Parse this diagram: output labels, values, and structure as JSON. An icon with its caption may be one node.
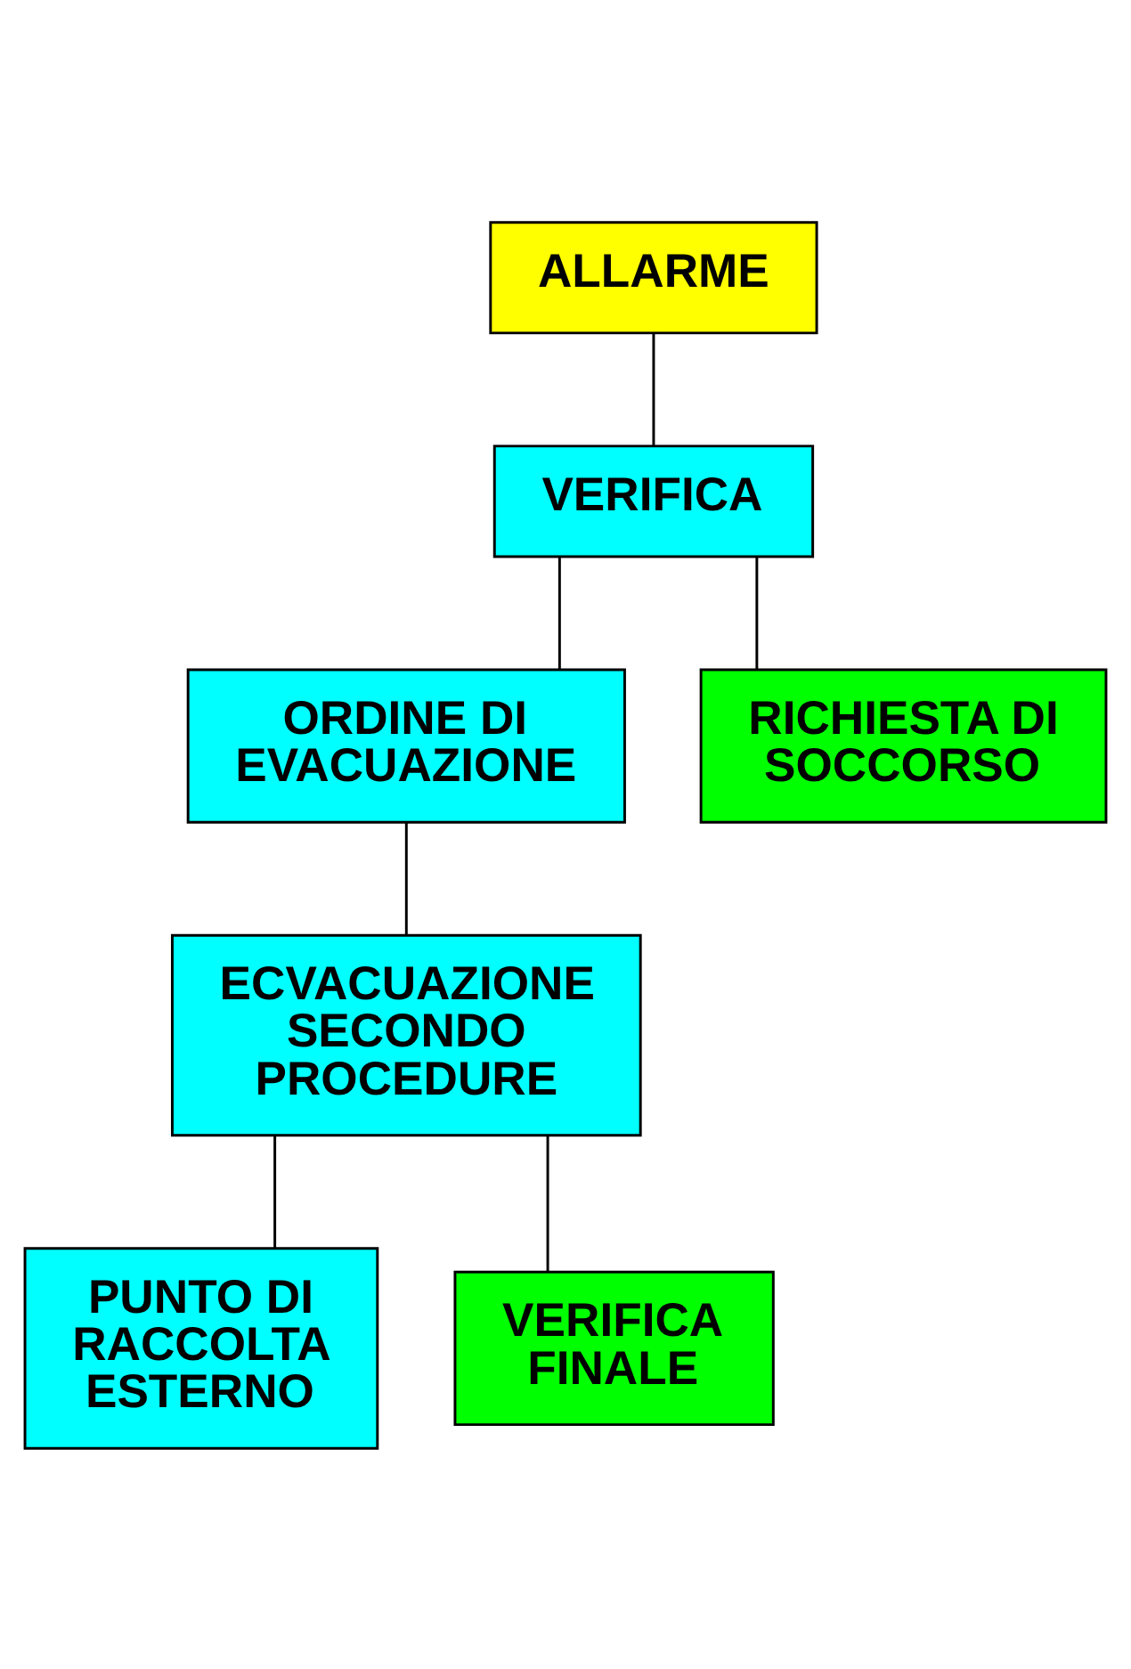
{
  "diagram": {
    "nodes": [
      {
        "text": [
          "ALLARME"
        ]
      },
      {
        "text": [
          "VERIFICA"
        ]
      },
      {
        "text": [
          "ORDINE DI EVACUAZIONE"
        ]
      },
      {
        "text": [
          "RICHIESTA DI SOCCORSO"
        ]
      },
      {
        "text": [
          "ECVACUAZIONE SECONDO PROCEDURE"
        ]
      },
      {
        "text": [
          "PUNTO DI RACCOLTA ESTERNO"
        ]
      },
      {
        "text": [
          "VERIFICA FINALE"
        ]
      }
    ],
    "edges": [
      {
        "from": 0,
        "to": 1,
        "arrow": "none"
      },
      {
        "from": 1,
        "to": 2,
        "arrow": "none"
      },
      {
        "from": 1,
        "to": 3,
        "arrow": "none"
      },
      {
        "from": 2,
        "to": 4,
        "arrow": "none"
      },
      {
        "from": 4,
        "to": 5,
        "arrow": "none"
      },
      {
        "from": 4,
        "to": 6,
        "arrow": "none"
      }
    ]
  }
}
